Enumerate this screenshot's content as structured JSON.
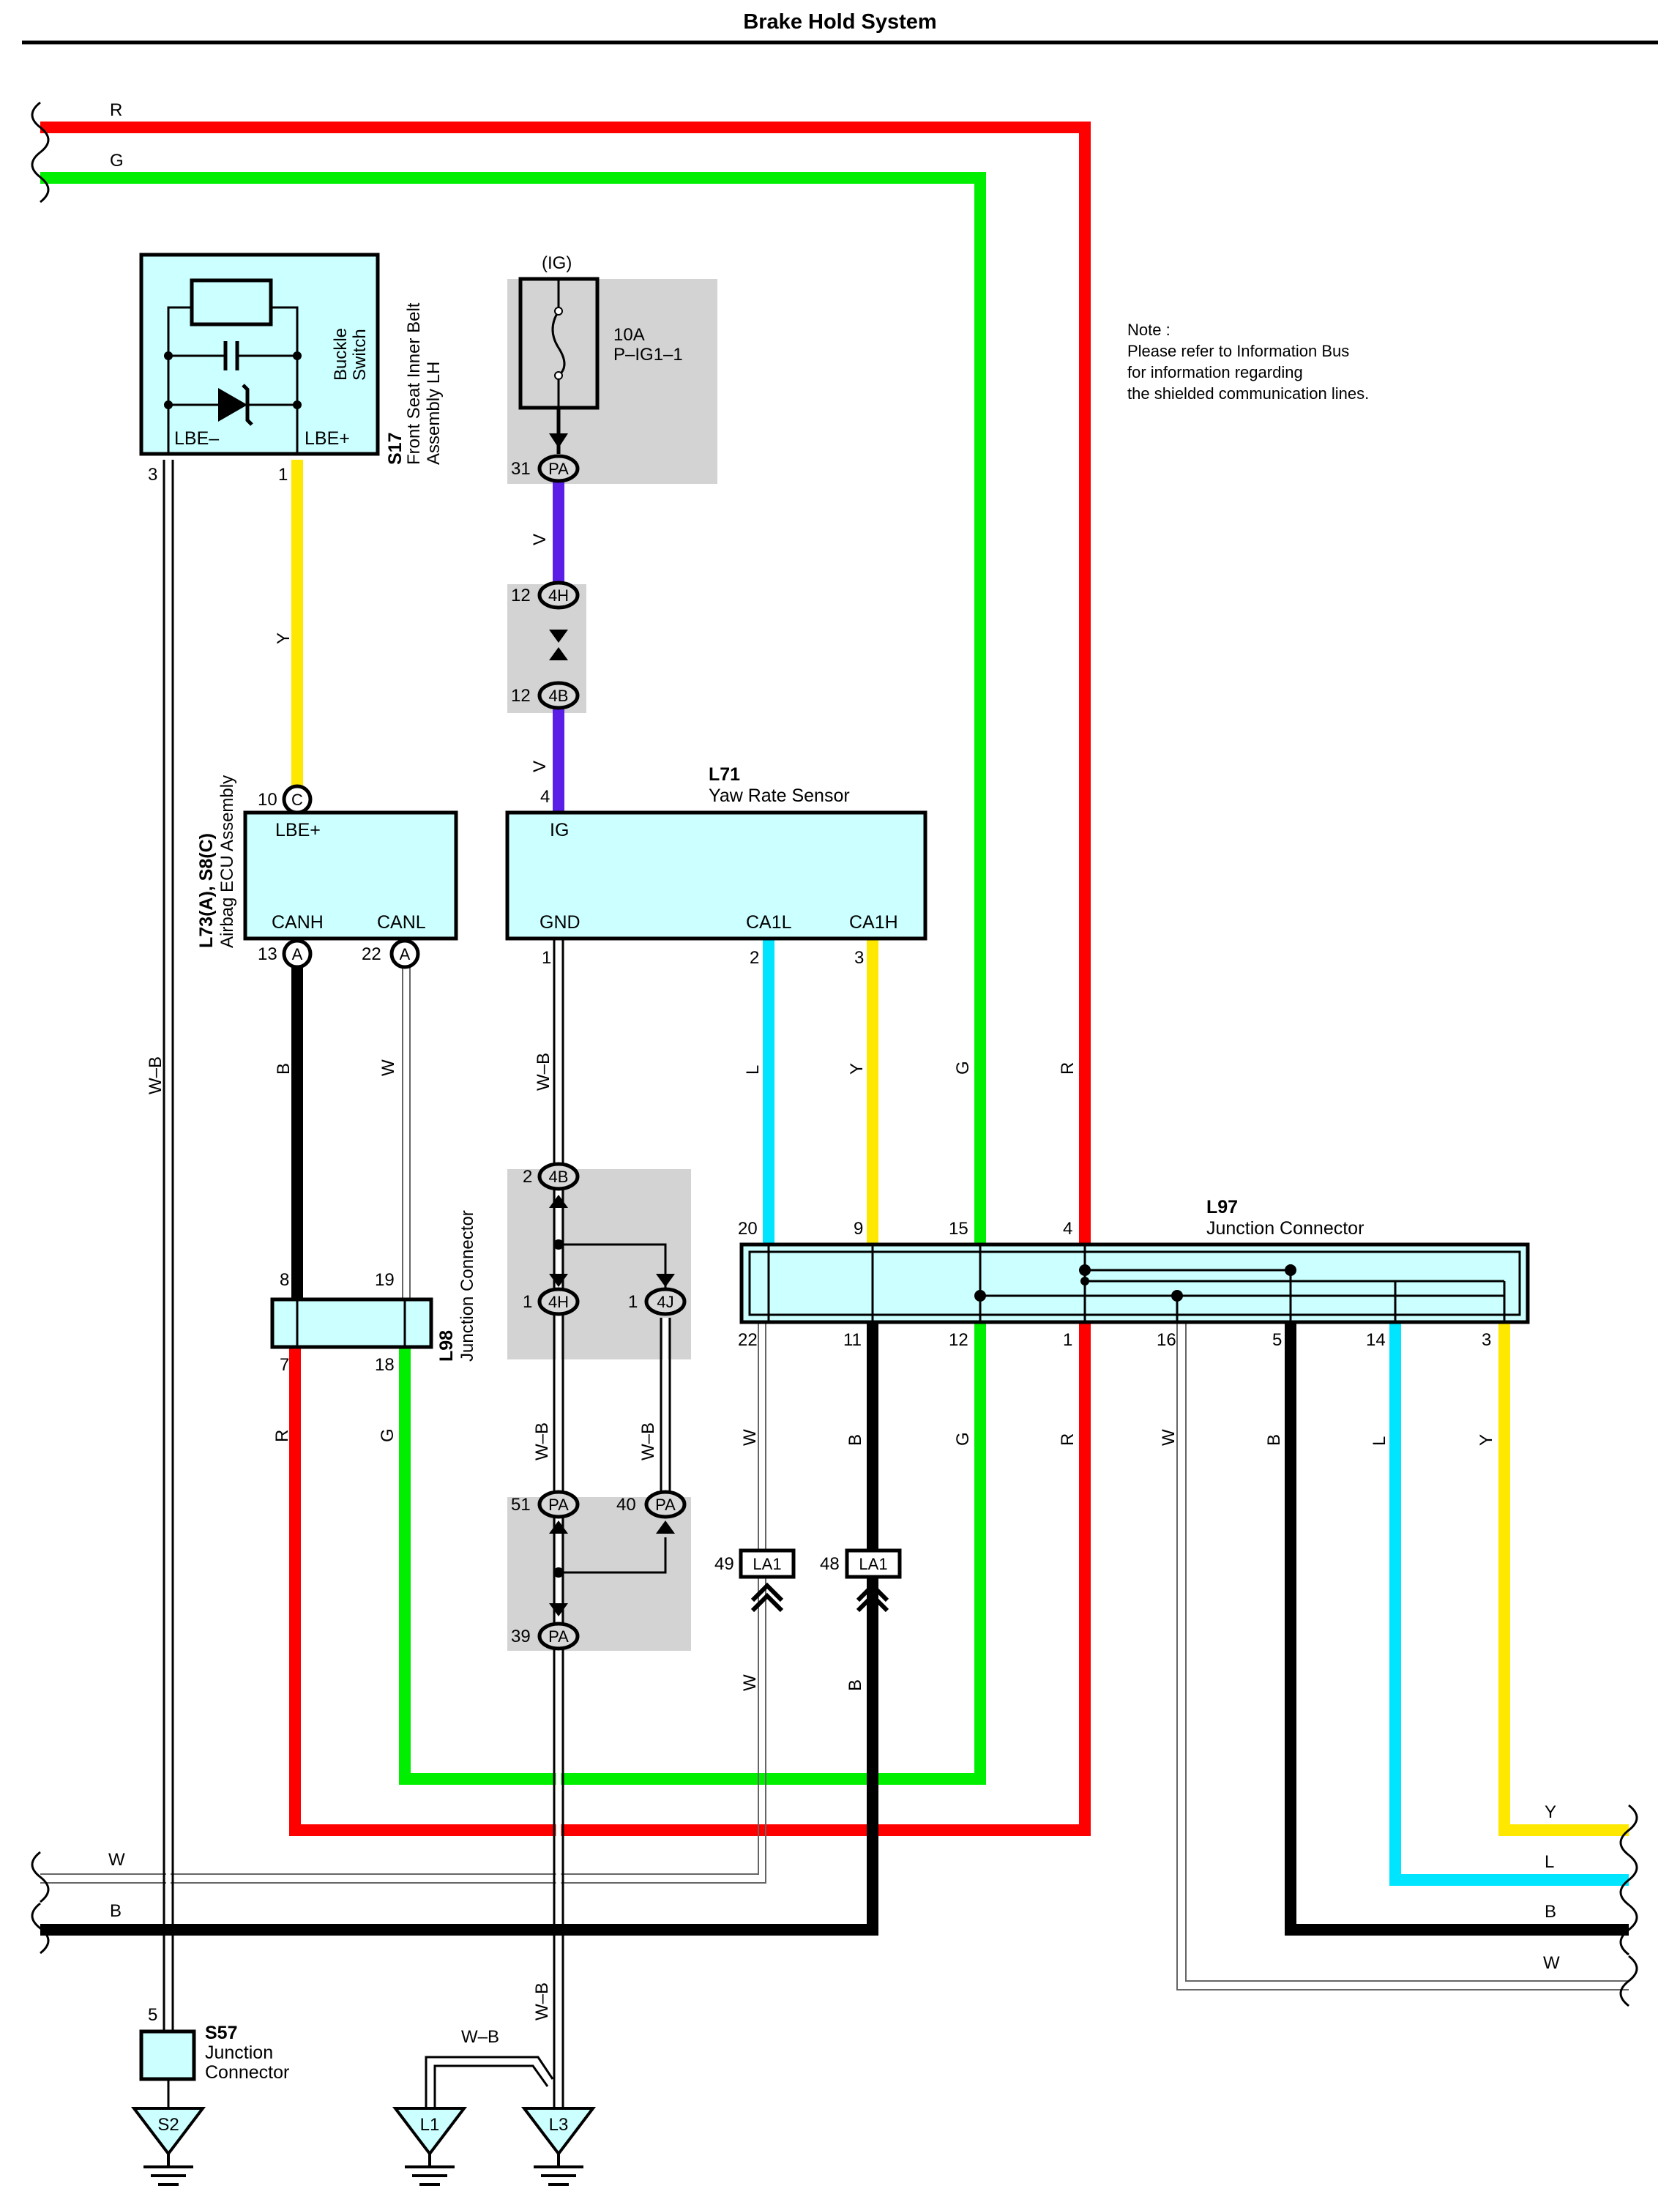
{
  "title": "Brake Hold System",
  "note": {
    "lines": [
      "Note :",
      "Please refer to Information Bus",
      "for information regarding",
      "the shielded communication lines."
    ]
  },
  "components": {
    "s17": {
      "code": "S17",
      "name_line1": "Front Seat Inner Belt",
      "name_line2": "Assembly LH",
      "switch_line1": "Buckle",
      "switch_line2": "Switch",
      "pin_left": "LBE–",
      "pin_right": "LBE+"
    },
    "airbag": {
      "code": "L73(A), S8(C)",
      "name": "Airbag ECU Assembly",
      "pin_top": "LBE+",
      "pin_canh": "CANH",
      "pin_canl": "CANL"
    },
    "yaw": {
      "code": "L71",
      "name": "Yaw Rate Sensor",
      "pin_ig": "IG",
      "pin_gnd": "GND",
      "pin_ca1l": "CA1L",
      "pin_ca1h": "CA1H"
    },
    "fuse": {
      "label_ig": "(IG)",
      "rating": "10A",
      "name": "P–IG1–1"
    },
    "l97": {
      "code": "L97",
      "name": "Junction Connector"
    },
    "l98": {
      "code": "L98",
      "name": "Junction Connector"
    },
    "s57": {
      "code": "S57",
      "name_line1": "Junction",
      "name_line2": "Connector"
    }
  },
  "connectors": {
    "pa": "PA",
    "h4": "4H",
    "b4": "4B",
    "j4": "4J",
    "c": "C",
    "a": "A",
    "la1": "LA1"
  },
  "pins": {
    "s17_3": "3",
    "s17_1": "1",
    "pa_31": "31",
    "h4_12": "12",
    "b4_12": "12",
    "yaw_4": "4",
    "air_10": "10",
    "air_13": "13",
    "air_22": "22",
    "yaw_1": "1",
    "yaw_2": "2",
    "yaw_3": "3",
    "b4_2": "2",
    "h4_1": "1",
    "j4_1": "1",
    "l98_8": "8",
    "l98_19": "19",
    "l98_7": "7",
    "l98_18": "18",
    "l97_20": "20",
    "l97_9": "9",
    "l97_15": "15",
    "l97_4": "4",
    "l97_22": "22",
    "l97_11": "11",
    "l97_12": "12",
    "l97_1": "1",
    "l97_16": "16",
    "l97_5": "5",
    "l97_14": "14",
    "l97_3": "3",
    "pa_51": "51",
    "pa_40": "40",
    "pa_39": "39",
    "la1_49": "49",
    "la1_48": "48",
    "s57_5": "5"
  },
  "wire_colors": {
    "R": "R",
    "G": "G",
    "Y": "Y",
    "V": "V",
    "W_B": "W–B",
    "B": "B",
    "W": "W",
    "L": "L"
  },
  "grounds": {
    "s2": "S2",
    "l1": "L1",
    "l3": "L3"
  },
  "colors": {
    "red": "#ff0000",
    "green": "#00ee00",
    "yellow": "#ffe800",
    "violet": "#5a1ee6",
    "cyan": "#00e5ff",
    "black": "#000000",
    "box": "#ccffff",
    "shade": "#d3d3d3"
  }
}
